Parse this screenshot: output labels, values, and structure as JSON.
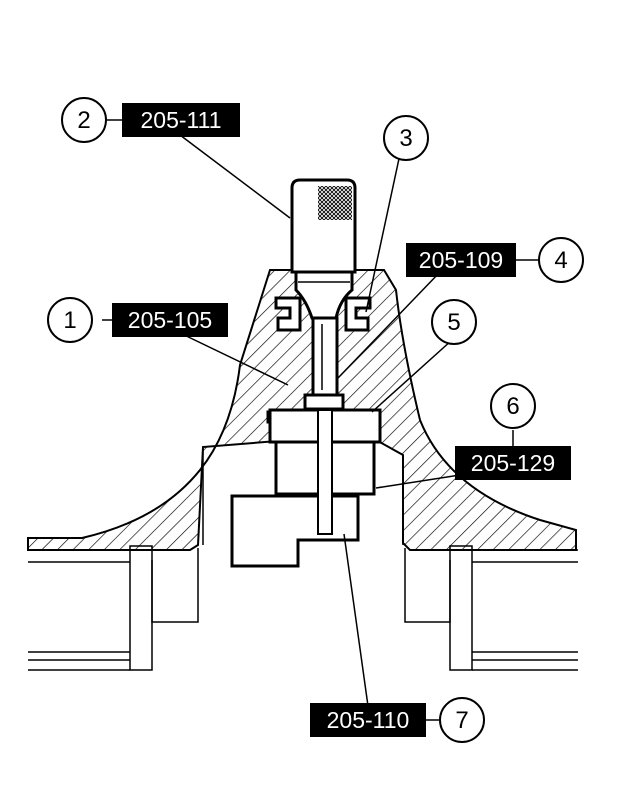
{
  "callouts": [
    {
      "number": "1",
      "tool": "205-105"
    },
    {
      "number": "2",
      "tool": "205-111"
    },
    {
      "number": "3",
      "tool": ""
    },
    {
      "number": "4",
      "tool": "205-109"
    },
    {
      "number": "5",
      "tool": ""
    },
    {
      "number": "6",
      "tool": "205-129"
    },
    {
      "number": "7",
      "tool": "205-110"
    }
  ],
  "colors": {
    "line": "#000000",
    "background": "#ffffff",
    "label_fill": "#000000",
    "label_text": "#ffffff"
  }
}
